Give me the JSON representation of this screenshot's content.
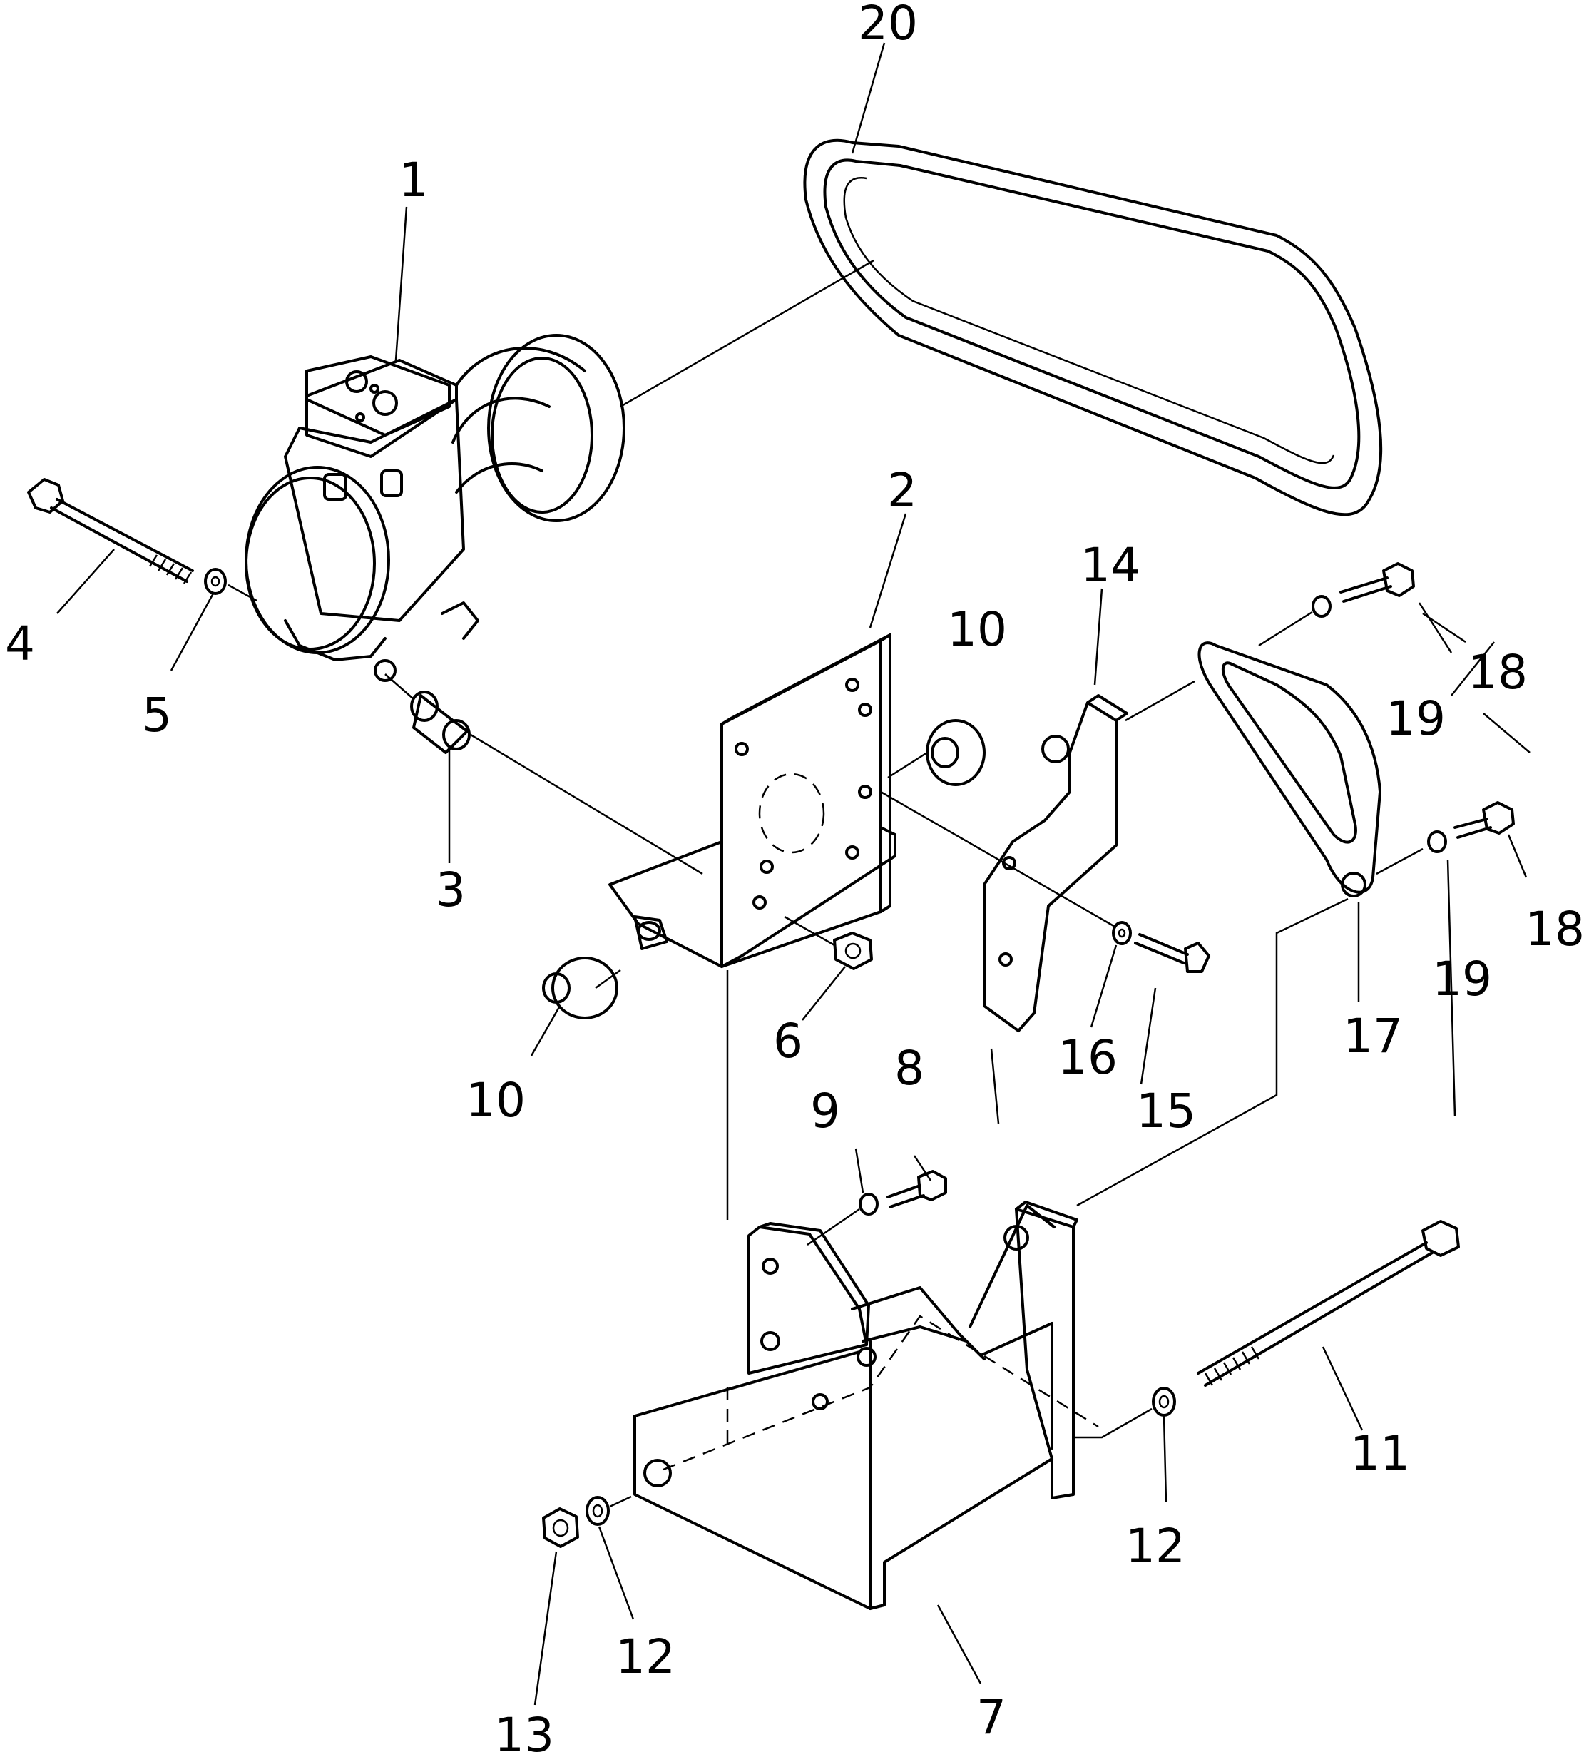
{
  "callouts": [
    {
      "id": "1",
      "label": "1"
    },
    {
      "id": "2",
      "label": "2"
    },
    {
      "id": "3",
      "label": "3"
    },
    {
      "id": "4",
      "label": "4"
    },
    {
      "id": "5",
      "label": "5"
    },
    {
      "id": "6",
      "label": "6"
    },
    {
      "id": "7",
      "label": "7"
    },
    {
      "id": "8",
      "label": "8"
    },
    {
      "id": "9",
      "label": "9"
    },
    {
      "id": "10a",
      "label": "10"
    },
    {
      "id": "10b",
      "label": "10"
    },
    {
      "id": "11",
      "label": "11"
    },
    {
      "id": "12a",
      "label": "12"
    },
    {
      "id": "12b",
      "label": "12"
    },
    {
      "id": "13",
      "label": "13"
    },
    {
      "id": "14",
      "label": "14"
    },
    {
      "id": "15",
      "label": "15"
    },
    {
      "id": "16",
      "label": "16"
    },
    {
      "id": "17",
      "label": "17"
    },
    {
      "id": "18a",
      "label": "18"
    },
    {
      "id": "18b",
      "label": "18"
    },
    {
      "id": "19a",
      "label": "19"
    },
    {
      "id": "19b",
      "label": "19"
    },
    {
      "id": "20",
      "label": "20"
    }
  ]
}
